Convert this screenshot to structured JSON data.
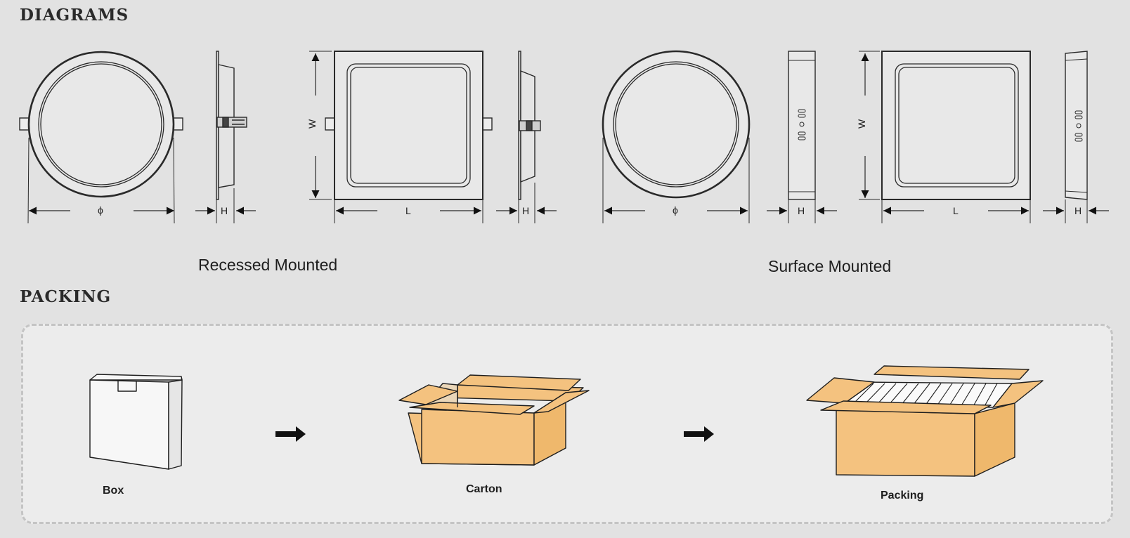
{
  "sections": {
    "diagrams_title": "DIAGRAMS",
    "packing_title": "PACKING"
  },
  "diagram_labels": {
    "diameter": "ϕ",
    "height": "H",
    "length": "L",
    "width": "W"
  },
  "mounting": {
    "recessed": "Recessed Mounted",
    "surface": "Surface Mounted"
  },
  "packing_steps": {
    "box": "Box",
    "carton": "Carton",
    "packing": "Packing"
  },
  "colors": {
    "background": "#e2e2e2",
    "panel": "#ececec",
    "carton": "#f4c27f",
    "line": "#2a2a2a"
  }
}
